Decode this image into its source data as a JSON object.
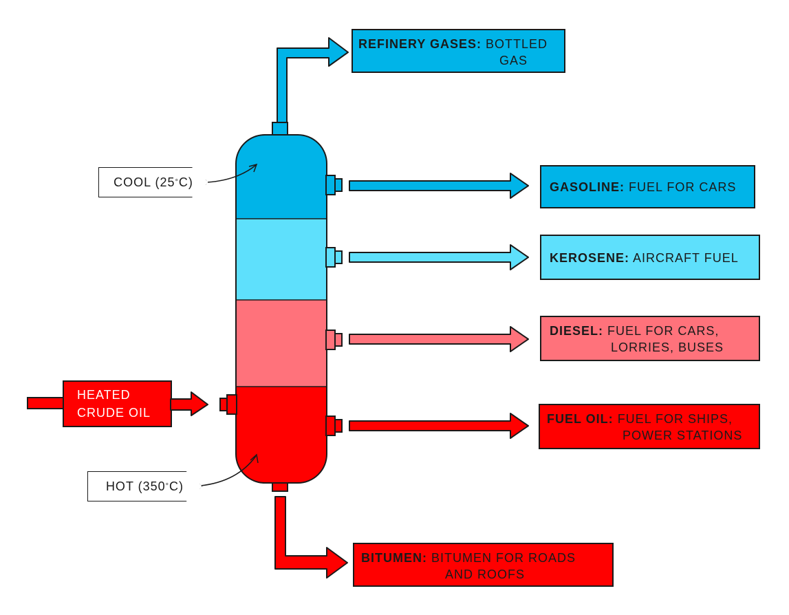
{
  "colors": {
    "cool_top": "#00b4e8",
    "cool_mid": "#5ee0fc",
    "warm": "#ff727b",
    "hot": "#ff0000",
    "outline": "#1a1a1a"
  },
  "inlet": {
    "line1": "HEATED",
    "line2": "CRUDE OIL"
  },
  "labels": {
    "cool": {
      "text": "COOL (25",
      "deg": "°",
      "unit": "C)"
    },
    "hot": {
      "text": "HOT (350",
      "deg": "°",
      "unit": "C)"
    }
  },
  "fractions": [
    {
      "name": "REFINERY GASES:",
      "line1": "BOTTLED",
      "line2": "GAS"
    },
    {
      "name": "GASOLINE:",
      "line1": "FUEL FOR CARS",
      "line2": ""
    },
    {
      "name": "KEROSENE:",
      "line1": "AIRCRAFT FUEL",
      "line2": ""
    },
    {
      "name": "DIESEL:",
      "line1": "FUEL FOR CARS,",
      "line2": "LORRIES, BUSES"
    },
    {
      "name": "FUEL OIL:",
      "line1": "FUEL FOR SHIPS,",
      "line2": "POWER STATIONS"
    },
    {
      "name": "BITUMEN:",
      "line1": "BITUMEN FOR ROADS",
      "line2": "AND ROOFS"
    }
  ]
}
